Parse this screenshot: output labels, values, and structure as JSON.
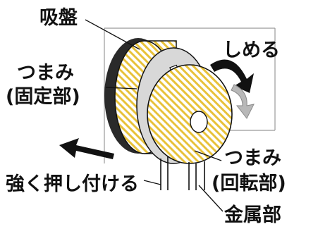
{
  "labels": {
    "suction_cup": "吸盤",
    "tighten": "しめる",
    "knob_fixed_line1": "つまみ",
    "knob_fixed_line2": "(固定部)",
    "knob_rotating_line1": "つまみ",
    "knob_rotating_line2": "(回転部)",
    "press_firmly": "強く押し付ける",
    "metal_part": "金属部"
  },
  "colors": {
    "hatch_yellow": "#e8c23a",
    "ink": "#111111",
    "grey_arrow": "#b8b8b8",
    "ring_grey": "#d8d8d8",
    "wall_line": "#9a9a9a"
  }
}
